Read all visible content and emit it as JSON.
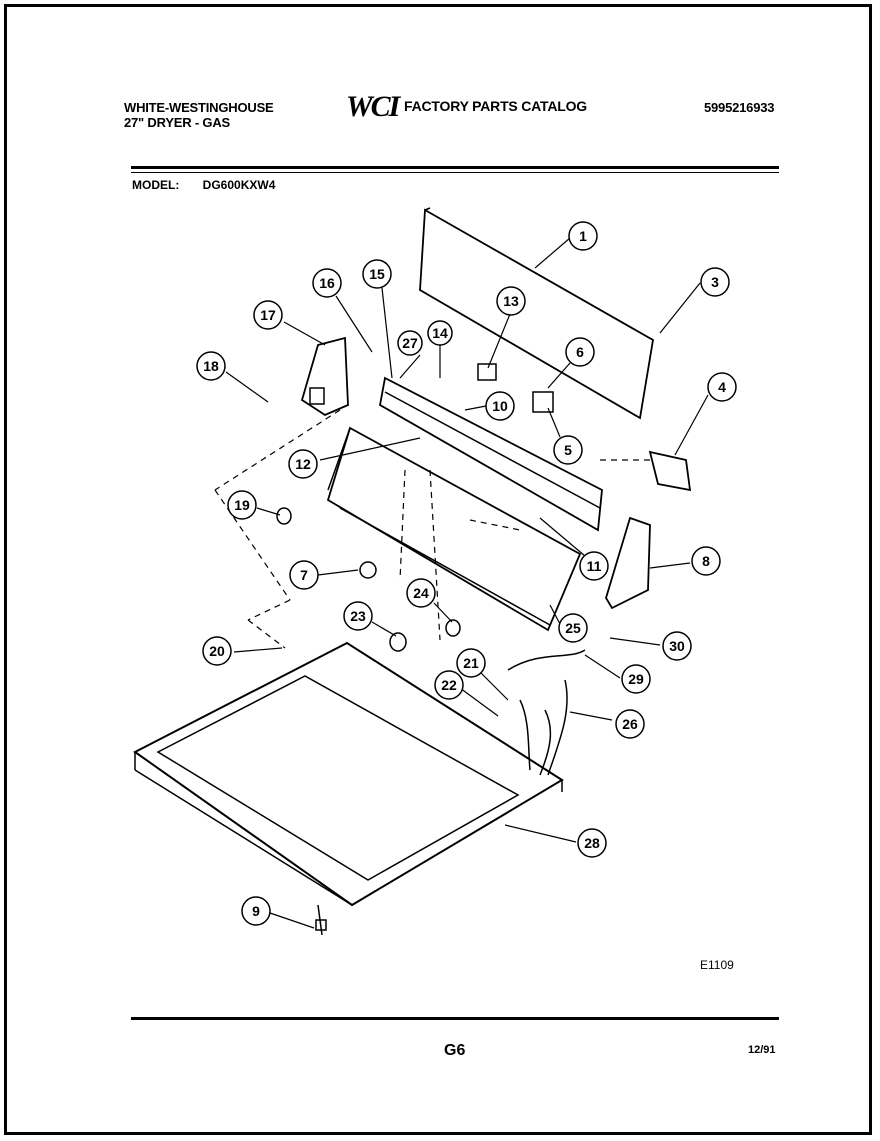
{
  "header": {
    "brand_line1": "WHITE-WESTINGHOUSE",
    "brand_line2": "27\" DRYER - GAS",
    "logo_text": "WCI",
    "catalog_title": "FACTORY PARTS CATALOG",
    "document_number": "5995216933"
  },
  "model": {
    "label": "MODEL:",
    "value": "DG600KXW4"
  },
  "callouts": [
    "1",
    "3",
    "4",
    "5",
    "6",
    "7",
    "8",
    "9",
    "10",
    "11",
    "12",
    "13",
    "14",
    "15",
    "16",
    "17",
    "18",
    "19",
    "20",
    "21",
    "22",
    "23",
    "24",
    "25",
    "26",
    "27",
    "28",
    "29",
    "30"
  ],
  "footer": {
    "drawing_id": "E1109",
    "page_code": "G6",
    "date": "12/91"
  }
}
